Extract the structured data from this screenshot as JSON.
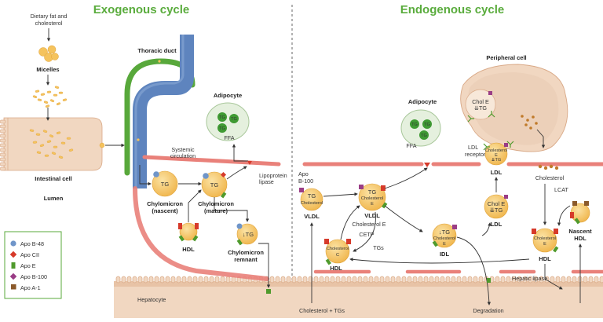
{
  "titles": {
    "exogenous": "Exogenous cycle",
    "endogenous": "Endogenous cycle"
  },
  "labels": {
    "dietary_line1": "Dietary fat and",
    "dietary_line2": "cholesterol",
    "micelles": "Micelles",
    "intestinal_cell": "Intestinal cell",
    "lumen": "Lumen",
    "thoracic_duct": "Thoracic duct",
    "adipocyte": "Adipocyte",
    "ffa": "FFA",
    "systemic_line1": "Systemic",
    "systemic_line2": "circulation",
    "lipoprotein_line1": "Lipoprotein",
    "lipoprotein_line2": "lipase",
    "tg": "TG",
    "chylomicron": "Chylomicron",
    "nascent_paren": "(nascent)",
    "mature_paren": "(mature)",
    "hdl": "HDL",
    "remnant": "remnant",
    "down_tg": "↓TG",
    "hepatocyte": "Hepatocyte",
    "apo_line1": "Apo",
    "apo_line2": "B-100",
    "vldl": "VLDL",
    "cholesterol": "Cholesterol",
    "e": "E",
    "cholesterol_e": "Cholesterol E",
    "cetp": "CETP",
    "tgs": "TGs",
    "idl": "IDL",
    "c": "C",
    "peripheral_cell": "Peripheral cell",
    "chol_e": "Chol E",
    "down2_tg": "⇊TG",
    "ldl_line1": "LDL",
    "ldl_line2": "receptor",
    "ldl": "LDL",
    "lcat": "LCAT",
    "nascent": "Nascent",
    "hepatic_lipase": "Hepatic lipase",
    "chol_tgs": "Cholesterol + TGs",
    "degradation": "Degradation"
  },
  "legend": {
    "items": [
      {
        "label": "Apo B-48",
        "icon": "blue-circle",
        "color": "#6f95c9"
      },
      {
        "label": "Apo CII",
        "icon": "red-diamond",
        "color": "#d63a2a"
      },
      {
        "label": "Apo E",
        "icon": "green-bar",
        "color": "#4f9a2c"
      },
      {
        "label": "Apo B-100",
        "icon": "purple-diamond",
        "color": "#9a3d86"
      },
      {
        "label": "Apo A-1",
        "icon": "brown-square",
        "color": "#8b5a2b"
      }
    ]
  },
  "colors": {
    "title_green": "#5aac3d",
    "cell": "#f1d7c1",
    "cell_edge": "#d9a987",
    "particle": "#f5c35d",
    "vessel": "#e9817a",
    "lymph_green": "#58a83b",
    "vein_blue": "#5e84be",
    "adipocyte": "#e5f0de",
    "fat_green": "#3f9a33"
  }
}
